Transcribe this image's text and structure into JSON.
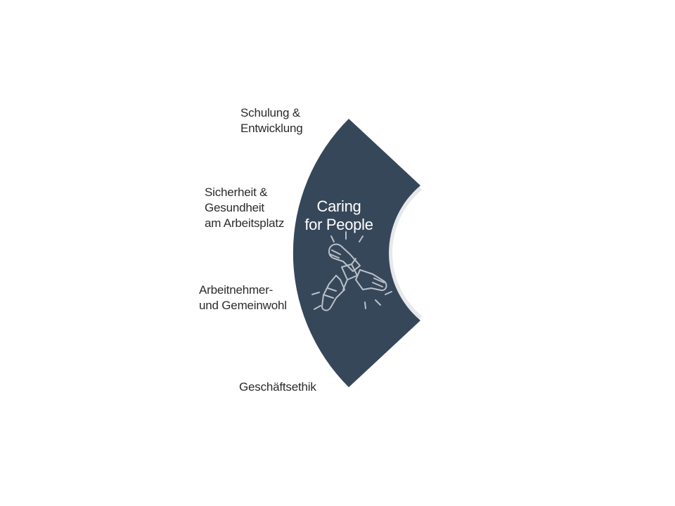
{
  "segment": {
    "title_line1": "Caring",
    "title_line2": "for People",
    "fill": "#37475a",
    "icon": "joined-hands-icon"
  },
  "topics": [
    {
      "line1": "Schulung &",
      "line2": "Entwicklung"
    },
    {
      "line1": "Sicherheit &",
      "line2": "Gesundheit",
      "line3": "am Arbeitsplatz"
    },
    {
      "line1": "Arbeitnehmer-",
      "line2": "und Gemeinwohl"
    },
    {
      "line1": "Geschäftsethik"
    }
  ]
}
